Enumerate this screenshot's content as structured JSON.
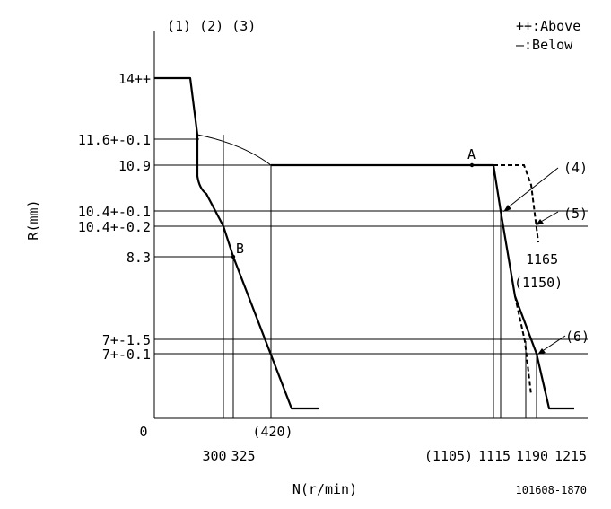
{
  "header": {
    "labels_123": "(1) (2) (3)",
    "legend_above": "++:Above",
    "legend_below": "—:Below"
  },
  "axes": {
    "y_label": "R(mm)",
    "x_label": "N(r/min)",
    "origin": "0"
  },
  "y_ticks": [
    "14++",
    "11.6+-0.1",
    "10.9",
    "10.4+-0.1",
    "10.4+-0.2",
    "8.3",
    "7+-1.5",
    "7+-0.1"
  ],
  "x_ticks": [
    "300",
    "325",
    "(420)",
    "(1105)",
    "1115",
    "1190",
    "1215"
  ],
  "points": {
    "A": "A",
    "B": "B"
  },
  "annotations": {
    "n1165": "1165",
    "n1150": "(1150)"
  },
  "callouts": {
    "c4": "(4)",
    "c5": "(5)",
    "c6": "(6)"
  },
  "footer": {
    "doc_code": "101608-1870"
  }
}
